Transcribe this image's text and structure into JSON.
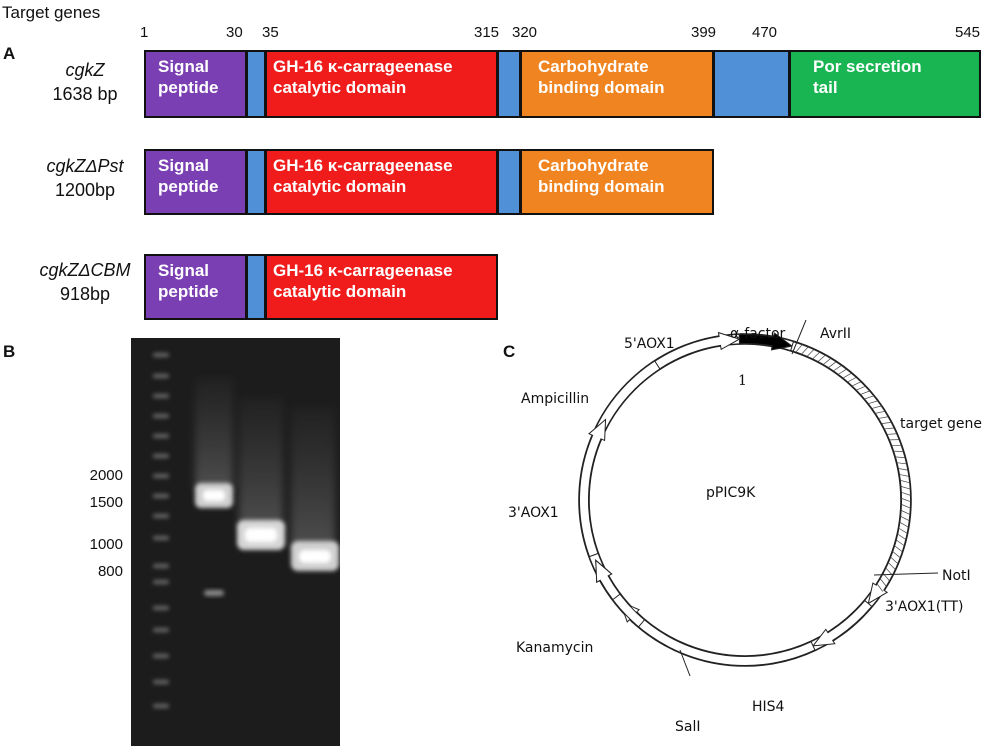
{
  "panel_a": {
    "letter": "A",
    "header": "Target genes",
    "positions": [
      "1",
      "30",
      "35",
      "315",
      "320",
      "399",
      "470",
      "545"
    ],
    "constructs": [
      {
        "name": "cgkZ",
        "size": "1638 bp"
      },
      {
        "name": "cgkZΔPst",
        "size": "1200bp"
      },
      {
        "name": "cgkZΔCBM",
        "size": "918bp"
      }
    ],
    "domains": {
      "signal": [
        "Signal",
        "peptide"
      ],
      "gh16": [
        "GH-16 κ-carrageenase",
        "catalytic domain"
      ],
      "cbm": [
        "Carbohydrate",
        "binding domain"
      ],
      "por": [
        "Por secretion",
        "tail"
      ]
    },
    "colors": {
      "signal": "#7b3fb4",
      "linker": "#4f90d6",
      "gh16": "#f01b1b",
      "cbm": "#f08421",
      "por": "#19b552"
    }
  },
  "panel_b": {
    "letter": "B",
    "marker_labels": [
      "2000",
      "1500",
      "1000",
      "800"
    ]
  },
  "panel_c": {
    "letter": "C",
    "plasmid_name": "pPIC9K",
    "features": {
      "five_aox1": "5'AOX1",
      "alpha_factor": "α-factor",
      "avrii": "AvrII",
      "target_gene": "target gene",
      "noti": "NotI",
      "three_aox1_tt": "3'AOX1(TT)",
      "his4": "HIS4",
      "sali": "SalI",
      "kanamycin": "Kanamycin",
      "three_aox1": "3'AOX1",
      "ampicillin": "Ampicillin",
      "mark": "1"
    }
  }
}
